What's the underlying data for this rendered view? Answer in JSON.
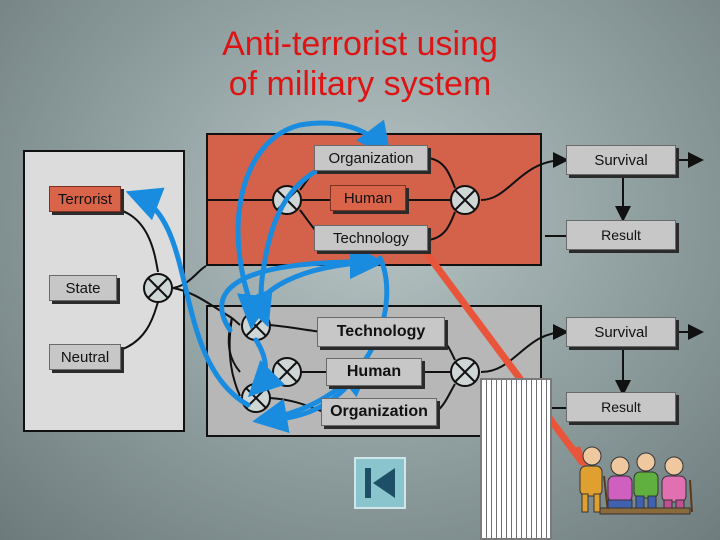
{
  "title": {
    "line1": "Anti-terrorist using",
    "line2": "of military system"
  },
  "labels": {
    "terrorist": "Terrorist",
    "state": "State",
    "neutral": "Neutral",
    "upper_organization": "Organization",
    "upper_human": "Human",
    "upper_technology": "Technology",
    "upper_survival": "Survival",
    "upper_result": "Result",
    "lower_technology": "Technology",
    "lower_human": "Human",
    "lower_organization": "Organization",
    "lower_survival": "Survival",
    "lower_result": "Result"
  },
  "icons": [
    "multiplier-node-icon",
    "curved-arrow-icon",
    "back-navigation-icon",
    "building-illustration",
    "elderly-people-clipart"
  ],
  "colors": {
    "title": "#dd1414",
    "terrorist_panel": "#d9644a",
    "arrows": "#1a8ce0",
    "red_arrow": "#e8553a"
  }
}
